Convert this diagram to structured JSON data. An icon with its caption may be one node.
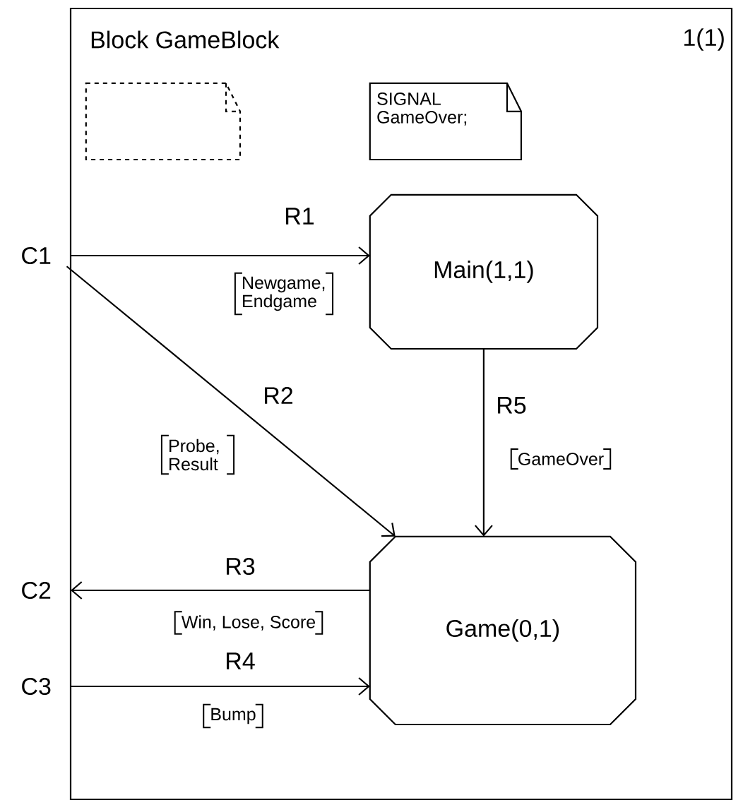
{
  "diagram": {
    "nodes": [
      {
        "text": [
          "Block GameBlock",
          "1(1)"
        ]
      },
      {
        "text": [],
        "shape": "note",
        "in": 0
      },
      {
        "text": [
          "SIGNAL GameOver;"
        ],
        "in": 0
      },
      {
        "text": [
          "Main(1,1)"
        ],
        "in": 0
      },
      {
        "text": [
          "Game(0,1)"
        ],
        "in": 0
      },
      {
        "text": [
          "C1"
        ]
      },
      {
        "text": [
          "C2"
        ]
      },
      {
        "text": [
          "C3"
        ]
      }
    ],
    "edges": [
      {
        "from": 5,
        "to": 3,
        "arrow": "to",
        "label": "R1"
      },
      {
        "from": 5,
        "to": 4,
        "arrow": "to",
        "label": "R2"
      },
      {
        "from": 4,
        "to": 6,
        "arrow": "to",
        "label": "R3"
      },
      {
        "from": 7,
        "to": 4,
        "arrow": "to",
        "label": "R4"
      },
      {
        "from": 3,
        "to": 4,
        "arrow": "to",
        "label": "R5"
      }
    ],
    "labels": [
      "Newgame, Endgame",
      "Probe, Result",
      "GameOver",
      "Win, Lose, Score",
      "Bump"
    ]
  }
}
